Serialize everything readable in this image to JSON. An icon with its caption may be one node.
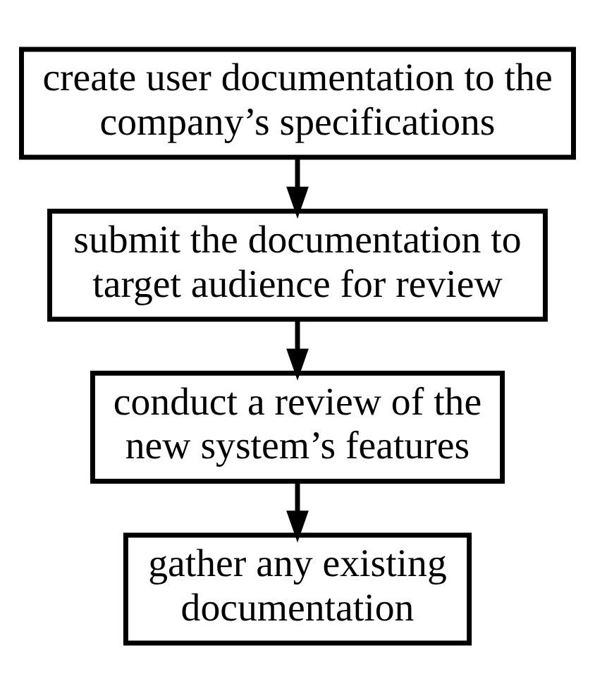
{
  "diagram": {
    "nodes": [
      {
        "text": [
          "create user documentation to the company’s specifications"
        ]
      },
      {
        "text": [
          "submit the documentation to target audience for review"
        ]
      },
      {
        "text": [
          "conduct a review of the new system’s features"
        ]
      },
      {
        "text": [
          "gather any existing documentation"
        ]
      }
    ],
    "edges": [
      {
        "from": 0,
        "to": 1,
        "arrow": "to"
      },
      {
        "from": 1,
        "to": 2,
        "arrow": "to"
      },
      {
        "from": 2,
        "to": 3,
        "arrow": "to"
      }
    ]
  }
}
